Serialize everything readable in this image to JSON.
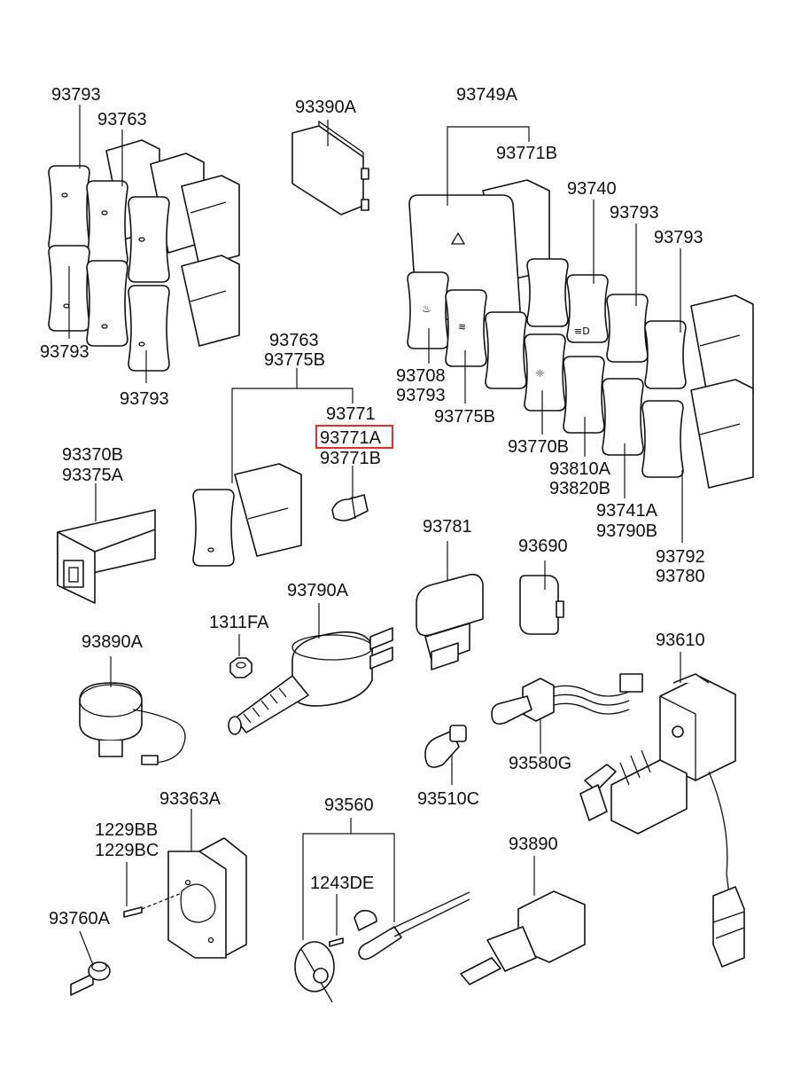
{
  "labels": {
    "l93793_tl": "93793",
    "l93763_tl": "93763",
    "l93793_ml": "93793",
    "l93793_bl": "93793",
    "l93390A": "93390A",
    "l93749A": "93749A",
    "l93771B_tr": "93771B",
    "l93740": "93740",
    "l93793_r1": "93793",
    "l93793_r2": "93793",
    "l93708": "93708",
    "l93793_r3": "93793",
    "l93775B_r": "93775B",
    "l93770B": "93770B",
    "l93810A": "93810A",
    "l93820B": "93820B",
    "l93741A": "93741A",
    "l93790B": "93790B",
    "l93792": "93792",
    "l93780": "93780",
    "l93763_c": "93763",
    "l93775B_c": "93775B",
    "l93771": "93771",
    "l93771A": "93771A",
    "l93771B_c": "93771B",
    "l93370B": "93370B",
    "l93375A": "93375A",
    "l93781": "93781",
    "l93690": "93690",
    "l93790A": "93790A",
    "l1311FA": "1311FA",
    "l93890A": "93890A",
    "l93610": "93610",
    "l93580G": "93580G",
    "l93510C": "93510C",
    "l93363A": "93363A",
    "l1229BB": "1229BB",
    "l1229BC": "1229BC",
    "l93760A": "93760A",
    "l93560": "93560",
    "l1243DE": "1243DE",
    "l93890": "93890"
  },
  "highlight": {
    "label": "93771A",
    "color": "#e0302a"
  },
  "icons": [
    "hazard-triangle-icon",
    "seat-heater-icon",
    "defrost-icon",
    "fog-lamp-icon",
    "sun-icon"
  ]
}
